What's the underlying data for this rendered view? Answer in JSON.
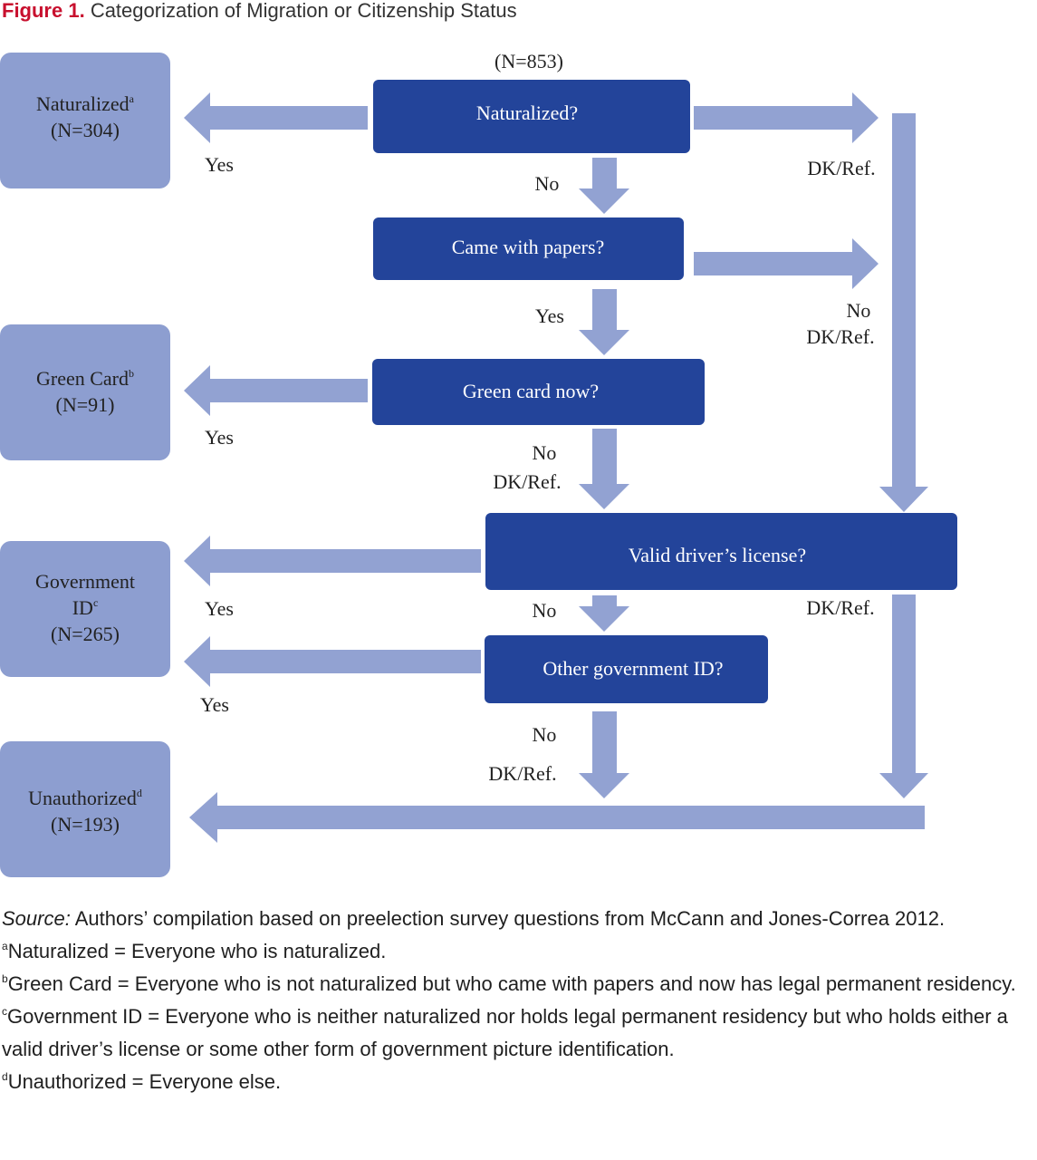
{
  "figure": {
    "label": "Figure 1.",
    "title": "Categorization of Migration or Citizenship Status",
    "total": "(N=853)"
  },
  "colors": {
    "question_box": "#23449a",
    "outcome_box": "#8d9ed0",
    "arrow": "#92a2d2",
    "title_label": "#c8102e"
  },
  "questions": {
    "naturalized": "Naturalized?",
    "papers": "Came with papers?",
    "greencard": "Green card now?",
    "license": "Valid driver’s license?",
    "other_id": "Other government ID?"
  },
  "outcomes": {
    "naturalized": {
      "line1": "Naturalized",
      "sup": "a",
      "count": "(N=304)"
    },
    "greencard": {
      "line1": "Green Card",
      "sup": "b",
      "count": "(N=91)"
    },
    "govid": {
      "line1": "Government",
      "line2": "ID",
      "sup": "c",
      "count": "(N=265)"
    },
    "unauthorized": {
      "line1": "Unauthorized",
      "sup": "d",
      "count": "(N=193)"
    }
  },
  "edge_labels": {
    "nat_yes": "Yes",
    "nat_no": "No",
    "nat_dk": "DK/Ref.",
    "papers_yes": "Yes",
    "papers_no": "No",
    "papers_dk": "DK/Ref.",
    "gc_yes": "Yes",
    "gc_no": "No",
    "gc_dk": "DK/Ref.",
    "lic_yes": "Yes",
    "lic_no": "No",
    "lic_dk": "DK/Ref.",
    "oid_yes": "Yes",
    "oid_no": "No",
    "oid_dk": "DK/Ref."
  },
  "notes": {
    "source_label": "Source:",
    "source_text": " Authors’ compilation based on preelection survey questions from McCann and Jones-Correa 2012.",
    "a_mark": "a",
    "a_text": "Naturalized = Everyone who is naturalized.",
    "b_mark": "b",
    "b_text": "Green Card = Everyone who is not naturalized but who came with papers and now has legal permanent residency.",
    "c_mark": "c",
    "c_text": "Government ID = Everyone who is neither naturalized nor holds legal permanent residency but who holds either a valid driver’s license or some other form of government picture identification.",
    "d_mark": "d",
    "d_text": "Unauthorized = Everyone else."
  }
}
